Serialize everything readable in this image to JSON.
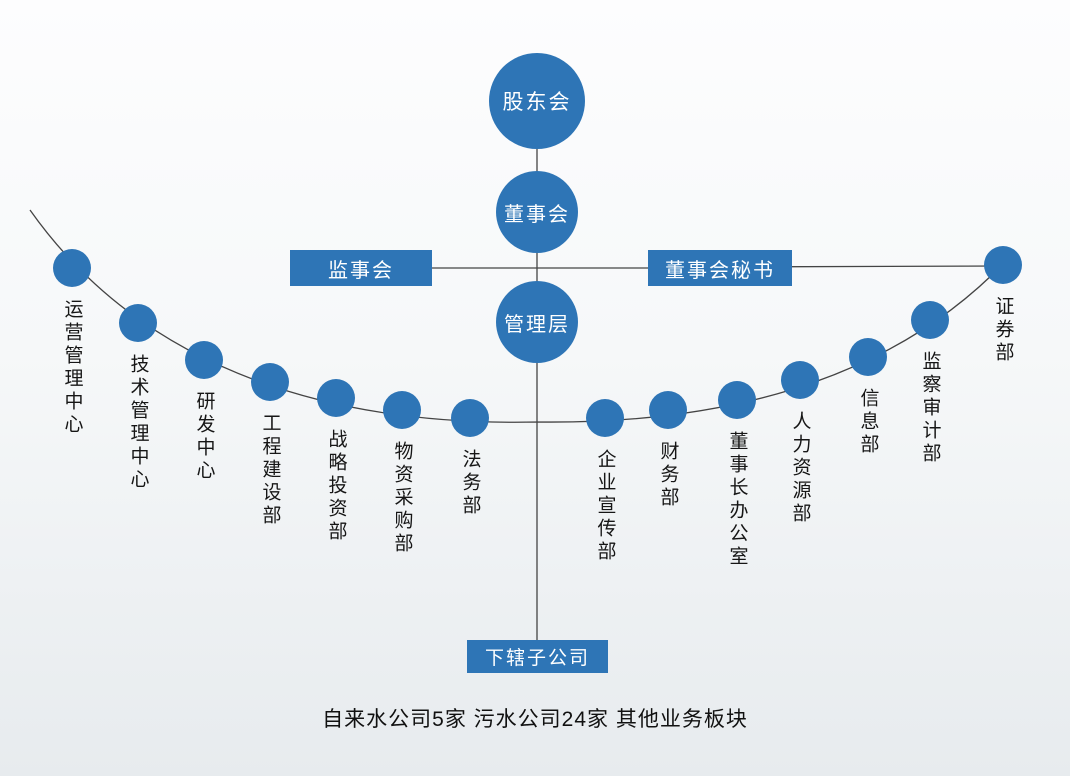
{
  "meta": {
    "description": "corporate organization chart"
  },
  "colors": {
    "node_blue": "#2e75b6",
    "connector_line": "#444444",
    "label_text": "#161616",
    "node_text": "#ffffff"
  },
  "hierarchy": {
    "shareholders": "股东会",
    "board": "董事会",
    "management": "管理层"
  },
  "side_boxes": {
    "supervisory_board": "监事会",
    "board_secretary": "董事会秘书"
  },
  "subsidiaries_box": "下辖子公司",
  "departments": [
    {
      "label": "运营管理中心"
    },
    {
      "label": "技术管理中心"
    },
    {
      "label": "研发中心"
    },
    {
      "label": "工程建设部"
    },
    {
      "label": "战略投资部"
    },
    {
      "label": "物资采购部"
    },
    {
      "label": "法务部"
    },
    {
      "label": "企业宣传部"
    },
    {
      "label": "财务部"
    },
    {
      "label": "董事长办公室"
    },
    {
      "label": "人力资源部"
    },
    {
      "label": "信息部"
    },
    {
      "label": "监察审计部"
    },
    {
      "label": "证券部"
    }
  ],
  "caption": "自来水公司5家 污水公司24家 其他业务板块"
}
